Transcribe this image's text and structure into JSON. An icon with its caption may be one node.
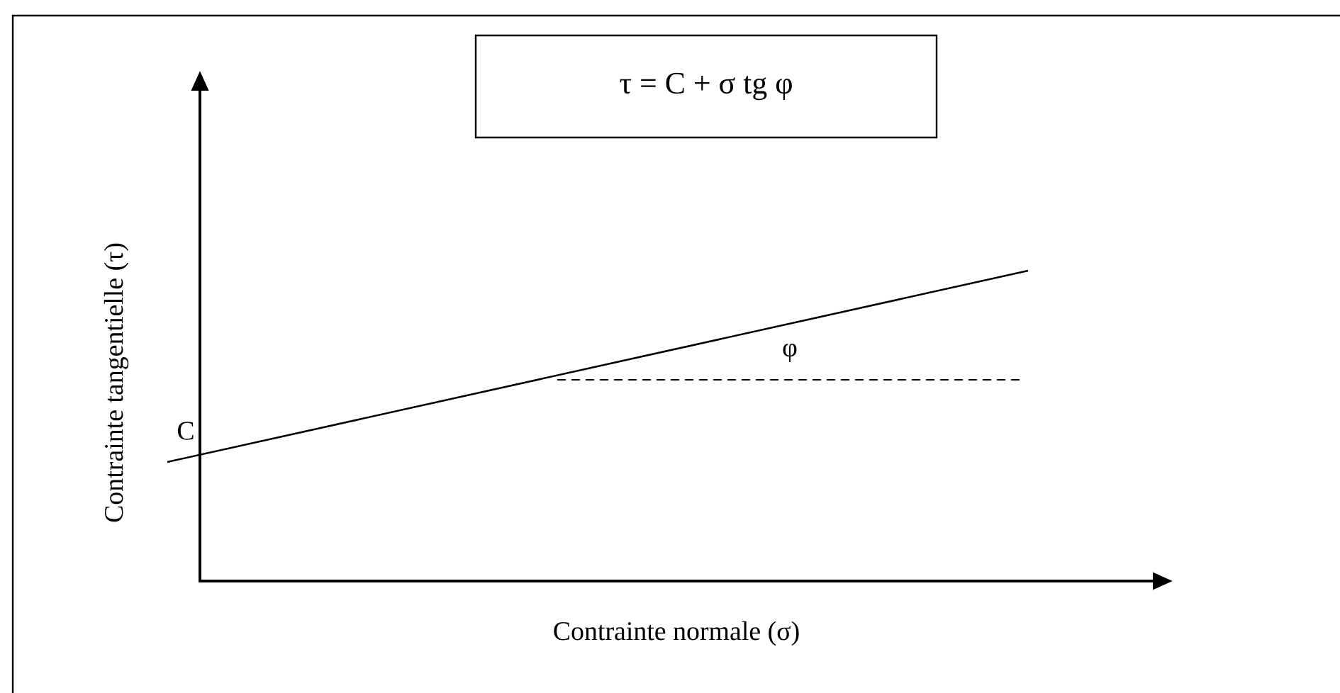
{
  "diagram": {
    "nodes": [
      {
        "text": [
          "τ = C + σ tg φ"
        ]
      }
    ],
    "labels": [
      "Contrainte tangentielle (τ)",
      "C",
      "φ",
      "Contrainte normale (σ)"
    ]
  }
}
